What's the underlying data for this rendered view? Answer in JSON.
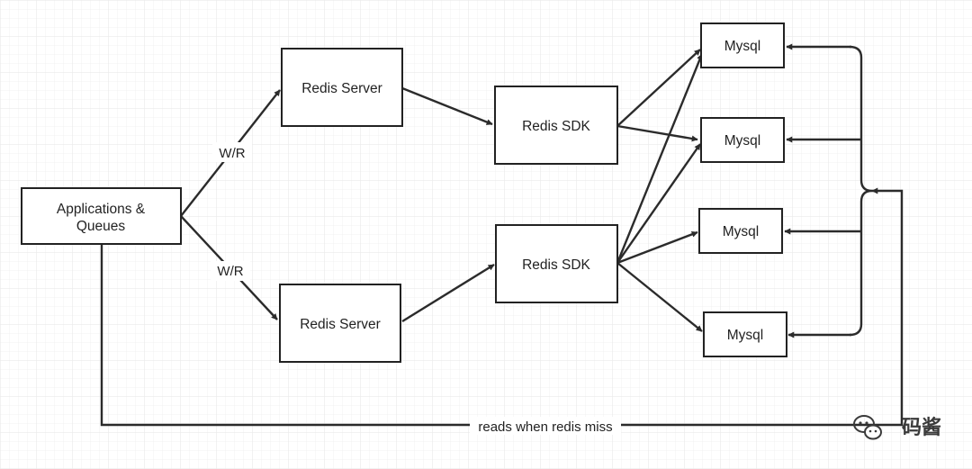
{
  "nodes": {
    "app": {
      "label_lines": [
        "Applications &",
        "Queues"
      ]
    },
    "redis_server_top": {
      "label": "Redis Server"
    },
    "redis_server_bottom": {
      "label": "Redis Server"
    },
    "redis_sdk_top": {
      "label": "Redis SDK"
    },
    "redis_sdk_bottom": {
      "label": "Redis SDK"
    },
    "mysql_1": {
      "label": "Mysql"
    },
    "mysql_2": {
      "label": "Mysql"
    },
    "mysql_3": {
      "label": "Mysql"
    },
    "mysql_4": {
      "label": "Mysql"
    }
  },
  "edges": {
    "wr_top": "W/R",
    "wr_bottom": "W/R",
    "miss_path": "reads when redis miss"
  },
  "watermark": {
    "text": "码酱",
    "icon": "wechat-icon"
  },
  "colors": {
    "stroke": "#222222",
    "grid": "#ececec",
    "background": "#ffffff"
  }
}
